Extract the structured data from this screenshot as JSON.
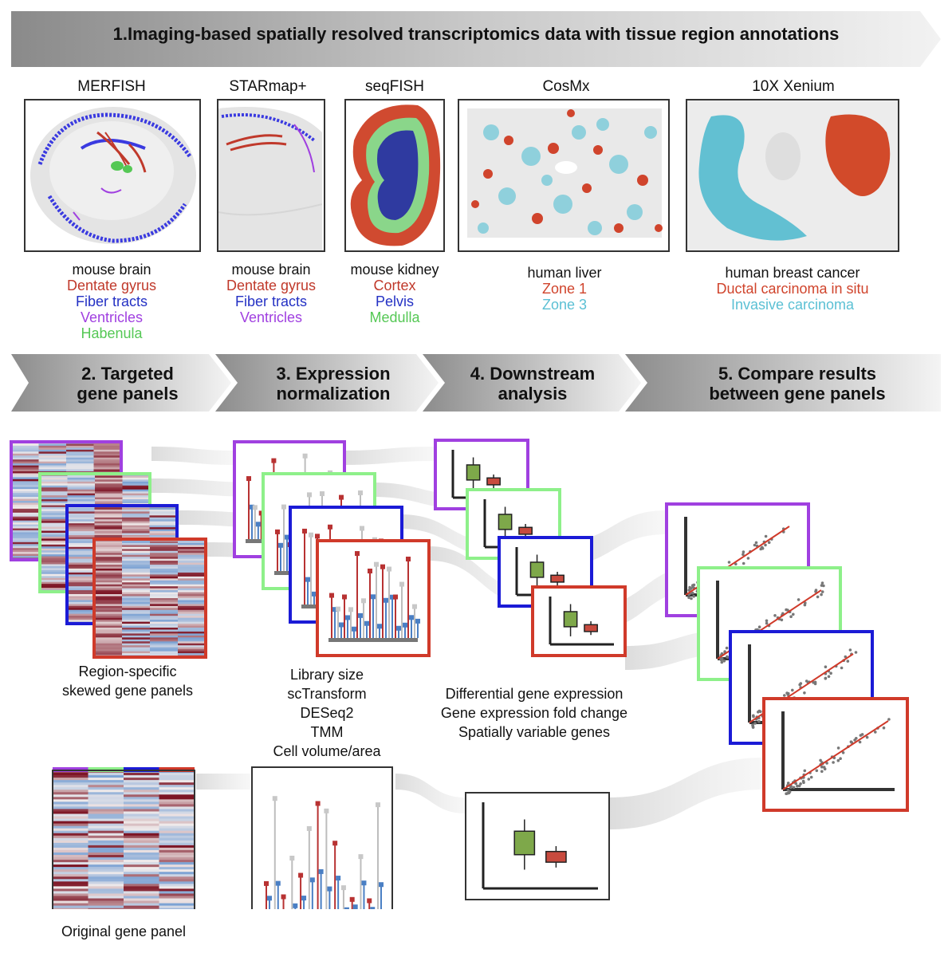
{
  "banner": {
    "title": "1.Imaging-based spatially resolved transcriptomics data with tissue region annotations"
  },
  "technologies": [
    {
      "name": "MERFISH",
      "tissue": "mouse brain",
      "regions": [
        {
          "label": "Dentate gyrus",
          "color": "#c0392b"
        },
        {
          "label": "Fiber tracts",
          "color": "#2431c4"
        },
        {
          "label": "Ventricles",
          "color": "#a040e0"
        },
        {
          "label": "Habenula",
          "color": "#55c855"
        }
      ]
    },
    {
      "name": "STARmap+",
      "tissue": "mouse brain",
      "regions": [
        {
          "label": "Dentate gyrus",
          "color": "#c0392b"
        },
        {
          "label": "Fiber tracts",
          "color": "#2431c4"
        },
        {
          "label": "Ventricles",
          "color": "#a040e0"
        }
      ]
    },
    {
      "name": "seqFISH",
      "tissue": "mouse kidney",
      "regions": [
        {
          "label": "Cortex",
          "color": "#c0392b"
        },
        {
          "label": "Pelvis",
          "color": "#2431c4"
        },
        {
          "label": "Medulla",
          "color": "#55c855"
        }
      ]
    },
    {
      "name": "CosMx",
      "tissue": "human liver",
      "regions": [
        {
          "label": "Zone 1",
          "color": "#d0442c"
        },
        {
          "label": "Zone 3",
          "color": "#5bc0d4"
        }
      ]
    },
    {
      "name": "10X Xenium",
      "tissue": "human breast cancer",
      "regions": [
        {
          "label": "Ductal carcinoma in situ",
          "color": "#d0442c"
        },
        {
          "label": "Invasive carcinoma",
          "color": "#5bc0d4"
        }
      ]
    }
  ],
  "steps": [
    {
      "line1": "2. Targeted",
      "line2": "gene panels"
    },
    {
      "line1": "3. Expression",
      "line2": "normalization"
    },
    {
      "line1": "4. Downstream",
      "line2": "analysis"
    },
    {
      "line1": "5. Compare results",
      "line2": "between gene panels"
    }
  ],
  "captions": {
    "skewed": [
      "Region-specific",
      "skewed gene panels"
    ],
    "original": "Original gene panel",
    "normalization": [
      "Library size",
      "scTransform",
      "DESeq2",
      "TMM",
      "Cell volume/area"
    ],
    "analysis": [
      "Differential gene expression",
      "Gene expression fold change",
      "Spatially variable genes"
    ]
  },
  "colors": {
    "purple": "#a040e0",
    "green": "#8ef08a",
    "blue": "#1b1bd6",
    "red": "#d03a2a",
    "heat_high": "#7a1020",
    "heat_low": "#7da3d4",
    "box_green": "#7ea84a",
    "box_red": "#c84a3e"
  }
}
